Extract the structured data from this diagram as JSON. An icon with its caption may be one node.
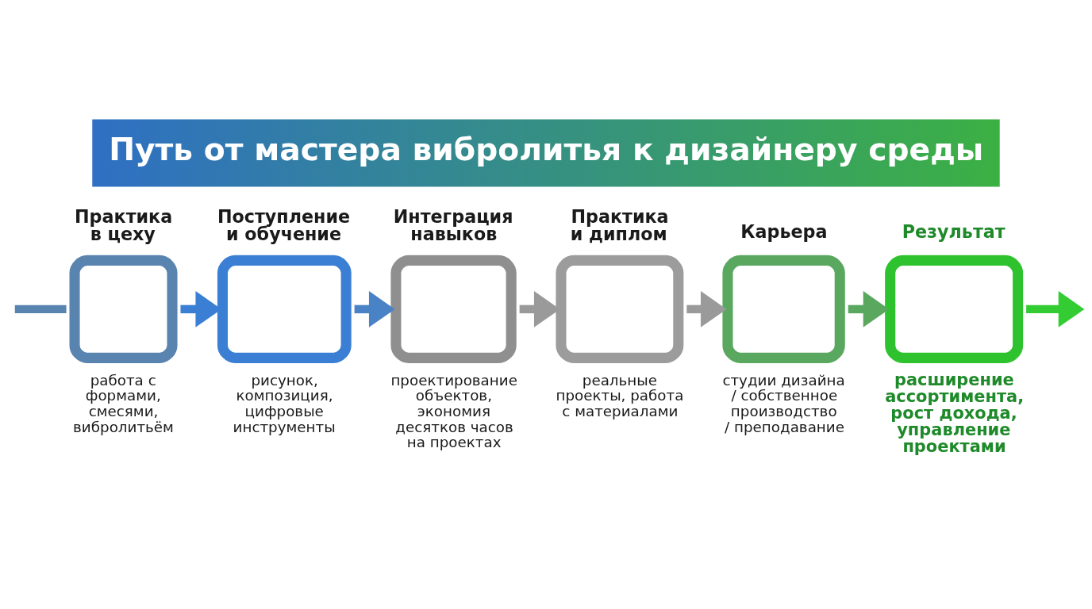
{
  "diagram": {
    "title": "Путь от мастера вибролитья к дизайнеру среды",
    "nodes": [
      {
        "text": [
          "Практика в цеху",
          "работа с формами, смесями, вибролитьём"
        ]
      },
      {
        "text": [
          "Поступление и обучение",
          "рисунок, композиция, цифровые инструменты"
        ]
      },
      {
        "text": [
          "Интеграция навыков",
          "проектирование объектов, экономия десятков часов на проектах"
        ]
      },
      {
        "text": [
          "Практика и диплом",
          "реальные проекты, работа с материалами"
        ]
      },
      {
        "text": [
          "Карьера",
          "студии дизайна / собственное производство / преподавание"
        ]
      },
      {
        "text": [
          "Результат",
          "расширение ассортимента, рост дохода, управление проектами"
        ]
      }
    ],
    "edges": [
      {
        "from": null,
        "to": 0,
        "arrow": "none",
        "color": "#5a84b0"
      },
      {
        "from": 0,
        "to": 1,
        "arrow": "to",
        "color": "#3b7fd4"
      },
      {
        "from": 1,
        "to": 2,
        "arrow": "to",
        "color": "#4a82c6"
      },
      {
        "from": 2,
        "to": 3,
        "arrow": "to",
        "color": "#9a9a9a"
      },
      {
        "from": 3,
        "to": 4,
        "arrow": "to",
        "color": "#9a9a9a"
      },
      {
        "from": 4,
        "to": 5,
        "arrow": "to",
        "color": "#5aa860"
      },
      {
        "from": 5,
        "to": null,
        "arrow": "to",
        "color": "#33cc33"
      }
    ]
  }
}
